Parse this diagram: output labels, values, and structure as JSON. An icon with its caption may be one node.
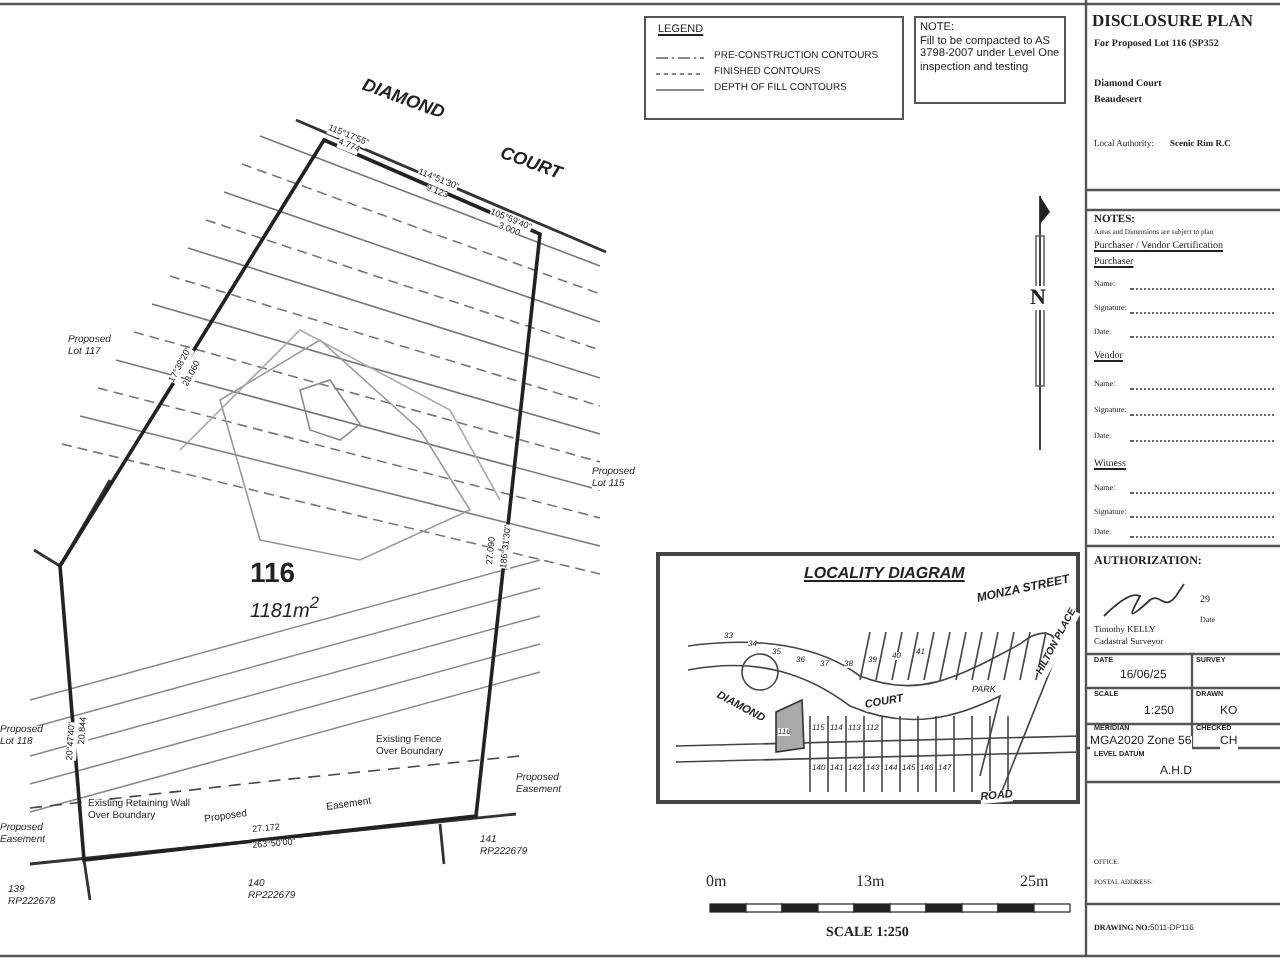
{
  "diagram": {
    "title": "DISCLOSURE PLAN",
    "nodes": [
      {
        "text": [
          "116",
          "1181m$^{2}$"
        ]
      },
      {
        "text": [
          "NOTE:",
          "Fill to be compacted to AS 3798-2007 under Level One inspection and testing"
        ]
      },
      {
        "text": [
          "LOCALITY DIAGRAM"
        ]
      }
    ],
    "labels": [
      "DIAMOND",
      "COURT",
      "115°17'55\"",
      "4.774",
      "114°51'30\"",
      "9.123",
      "105°59'40\"",
      "3.000",
      "17°38'20\"",
      "28.060",
      "Proposed Lot 117",
      "27.090",
      "186°31'30\"",
      "Proposed Lot 115",
      "Proposed Lot 118",
      "20°47'40\"",
      "20.844",
      "Existing Retaining Wall Over Boundary",
      "Proposed",
      "Easement",
      "Existing Fence Over Boundary",
      "Proposed Easement",
      "Proposed Easement",
      "27.172",
      "263°50'00\"",
      "139 RP222678",
      "140 RP222679",
      "141 RP222679",
      "LEGEND",
      "N",
      "0m",
      "13m",
      "25m",
      "SCALE 1:250",
      "MONZA STREET",
      "HILTON PLACE",
      "DIAMOND",
      "COURT",
      "PARK",
      "ROAD",
      "33",
      "34",
      "35",
      "36",
      "37",
      "38",
      "39",
      "40",
      "41",
      "116",
      "115",
      "114",
      "113",
      "112",
      "140",
      "141",
      "142",
      "143",
      "144",
      "145",
      "146",
      "147",
      "For Proposed Lot 116 (SP352",
      "Diamond Court",
      "Beaudesert",
      "Local Authority:",
      "Scenic Rim R.C",
      "NOTES:",
      "Areas and Dimensions are subject to plan",
      "Purchaser / Vendor Certification",
      "Purchaser",
      "Name:",
      "Signature:",
      "Date:",
      "Vendor",
      "Name:",
      "Signature:",
      "Date:",
      "Witness",
      "Name:",
      "Signature:",
      "Date:",
      "AUTHORIZATION:",
      "29",
      "Date",
      "Timothy KELLY",
      "Cadastral Surveyor",
      "DATE",
      "16/06/25",
      "SURVEY",
      "SCALE",
      "1:250",
      "DRAWN",
      "KO",
      "MERIDIAN",
      "MGA2020 Zone 56",
      "CHECKED",
      "CH",
      "LEVEL DATUM",
      "A.H.D",
      "OFFICE:",
      "POSTAL ADDRESS:",
      "DRAWING NO:",
      "5011-DP116"
    ],
    "legend": [
      {
        "text": "PRE-CONSTRUCTION CONTOURS"
      },
      {
        "text": "FINISHED CONTOURS"
      },
      {
        "text": "DEPTH OF FILL CONTOURS"
      }
    ]
  }
}
